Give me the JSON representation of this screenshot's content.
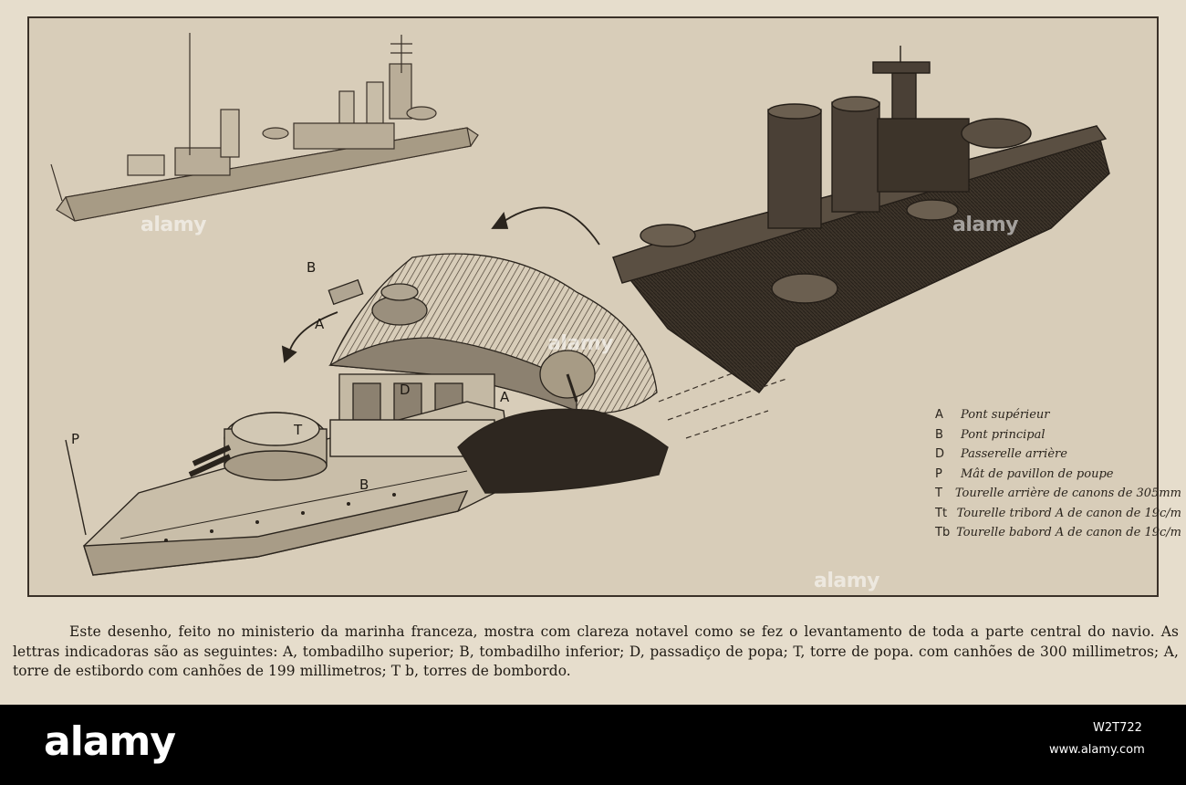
{
  "legend": [
    {
      "key": "A",
      "text": "Pont supérieur"
    },
    {
      "key": "B",
      "text": "Pont principal"
    },
    {
      "key": "D",
      "text": "Passerelle arrière"
    },
    {
      "key": "P",
      "text": "Mât de pavillon de poupe"
    },
    {
      "key": "T",
      "text": "Tourelle arrière de canons de 305mm"
    },
    {
      "key": "Tt",
      "text": "Tourelle tribord A de canon de 19c/m"
    },
    {
      "key": "Tb",
      "text": "Tourelle babord A de canon de 19c/m"
    }
  ],
  "ship_labels": {
    "b_upper": "B",
    "a_upper": "A",
    "d_label": "D",
    "a_mid": "A",
    "p_label": "P",
    "t_label": "T",
    "b_hull": "B"
  },
  "caption": "Este desenho, feito no ministerio da marinha franceza, mostra com clareza notavel como se fez o levantamento de toda a parte central do navio. As lettras indicadoras são as seguintes: A, tombadilho superior; B, tombadilho inferior; D, passadiço de popa; T, torre de popa. com canhões de 300 millimetros; A, torre de estibordo com canhões de 199 millimetros; T b, torres de bombordo.",
  "watermark": {
    "brand": "alamy",
    "image_id": "W2T722",
    "url": "www.alamy.com",
    "overlay": "alamy"
  }
}
